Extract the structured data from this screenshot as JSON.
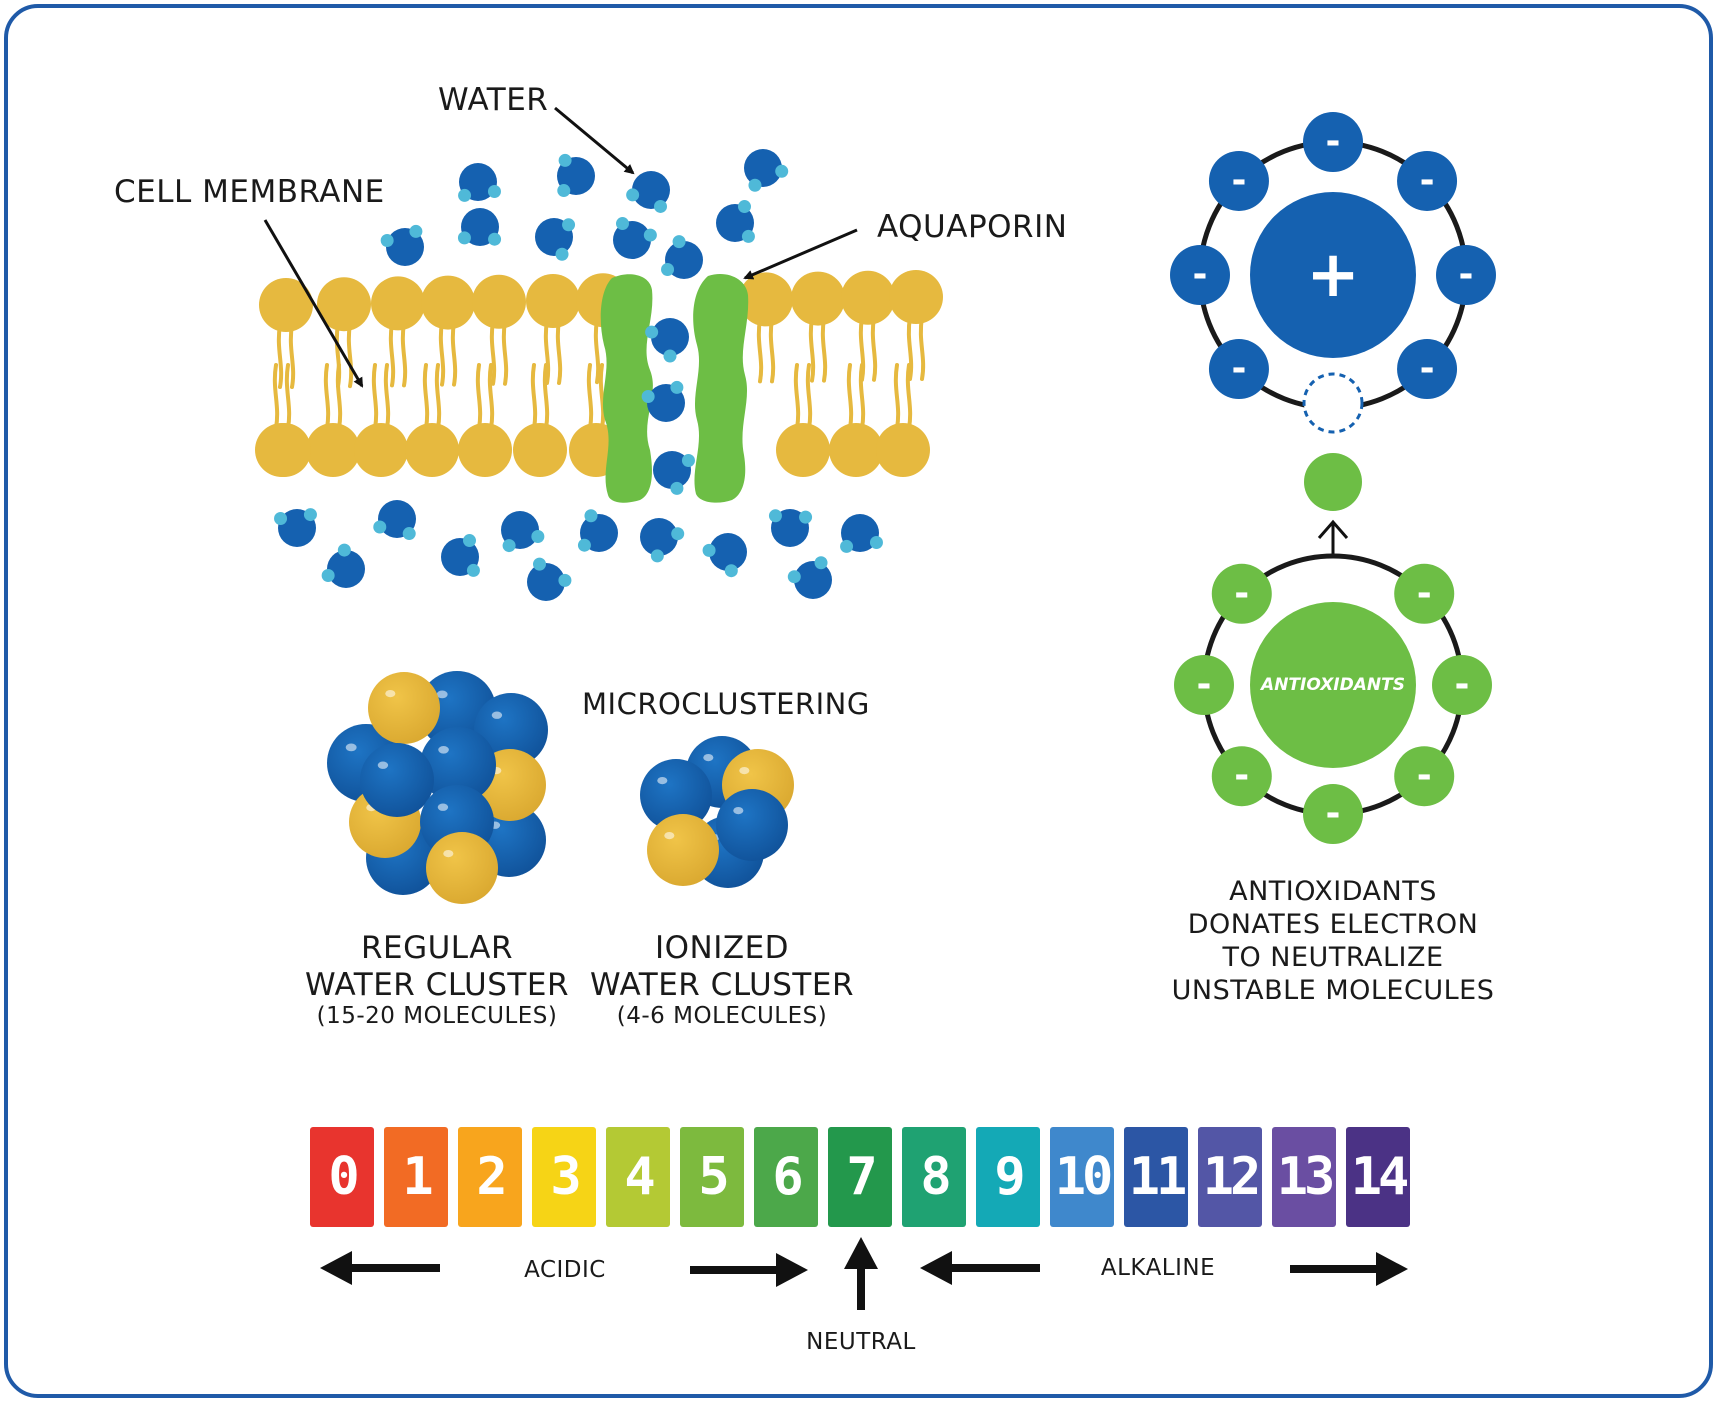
{
  "labels": {
    "water": "WATER",
    "cell_membrane": "CELL MEMBRANE",
    "aquaporin": "AQUAPORIN",
    "microclustering": "MICROCLUSTERING",
    "regular_line1": "REGULAR",
    "regular_line2": "WATER CLUSTER",
    "regular_line3": "(15-20 MOLECULES)",
    "ionized_line1": "IONIZED",
    "ionized_line2": "WATER CLUSTER",
    "ionized_line3": "(4-6 MOLECULES)",
    "antioxidants_center": "ANTIOXIDANTS",
    "anti_line1": "ANTIOXIDANTS",
    "anti_line2": "DONATES ELECTRON",
    "anti_line3": "TO NEUTRALIZE",
    "anti_line4": "UNSTABLE MOLECULES",
    "acidic": "ACIDIC",
    "alkaline": "ALKALINE",
    "neutral": "NEUTRAL",
    "plus_sign": "+",
    "minus_sign": "-"
  },
  "ph_scale": [
    {
      "value": "0",
      "color": "#e8342e"
    },
    {
      "value": "1",
      "color": "#f26b24"
    },
    {
      "value": "2",
      "color": "#f8a51d"
    },
    {
      "value": "3",
      "color": "#f6d416"
    },
    {
      "value": "4",
      "color": "#b4c934"
    },
    {
      "value": "5",
      "color": "#7dba3e"
    },
    {
      "value": "6",
      "color": "#4ca84a"
    },
    {
      "value": "7",
      "color": "#23984c"
    },
    {
      "value": "8",
      "color": "#1fa272"
    },
    {
      "value": "9",
      "color": "#14a9b6"
    },
    {
      "value": "10",
      "color": "#3f88cc"
    },
    {
      "value": "11",
      "color": "#2c56a5"
    },
    {
      "value": "12",
      "color": "#5356a6"
    },
    {
      "value": "13",
      "color": "#6a4ea2"
    },
    {
      "value": "14",
      "color": "#4b3285"
    }
  ],
  "colors": {
    "frame": "#1f5aa8",
    "water_blue": "#1561b0",
    "hydrogen": "#4fb9d8",
    "lipid": "#e6b93f",
    "aquaporin": "#6dbe45",
    "electron_blue": "#1561b0",
    "antioxidant_green": "#6dbe45"
  }
}
